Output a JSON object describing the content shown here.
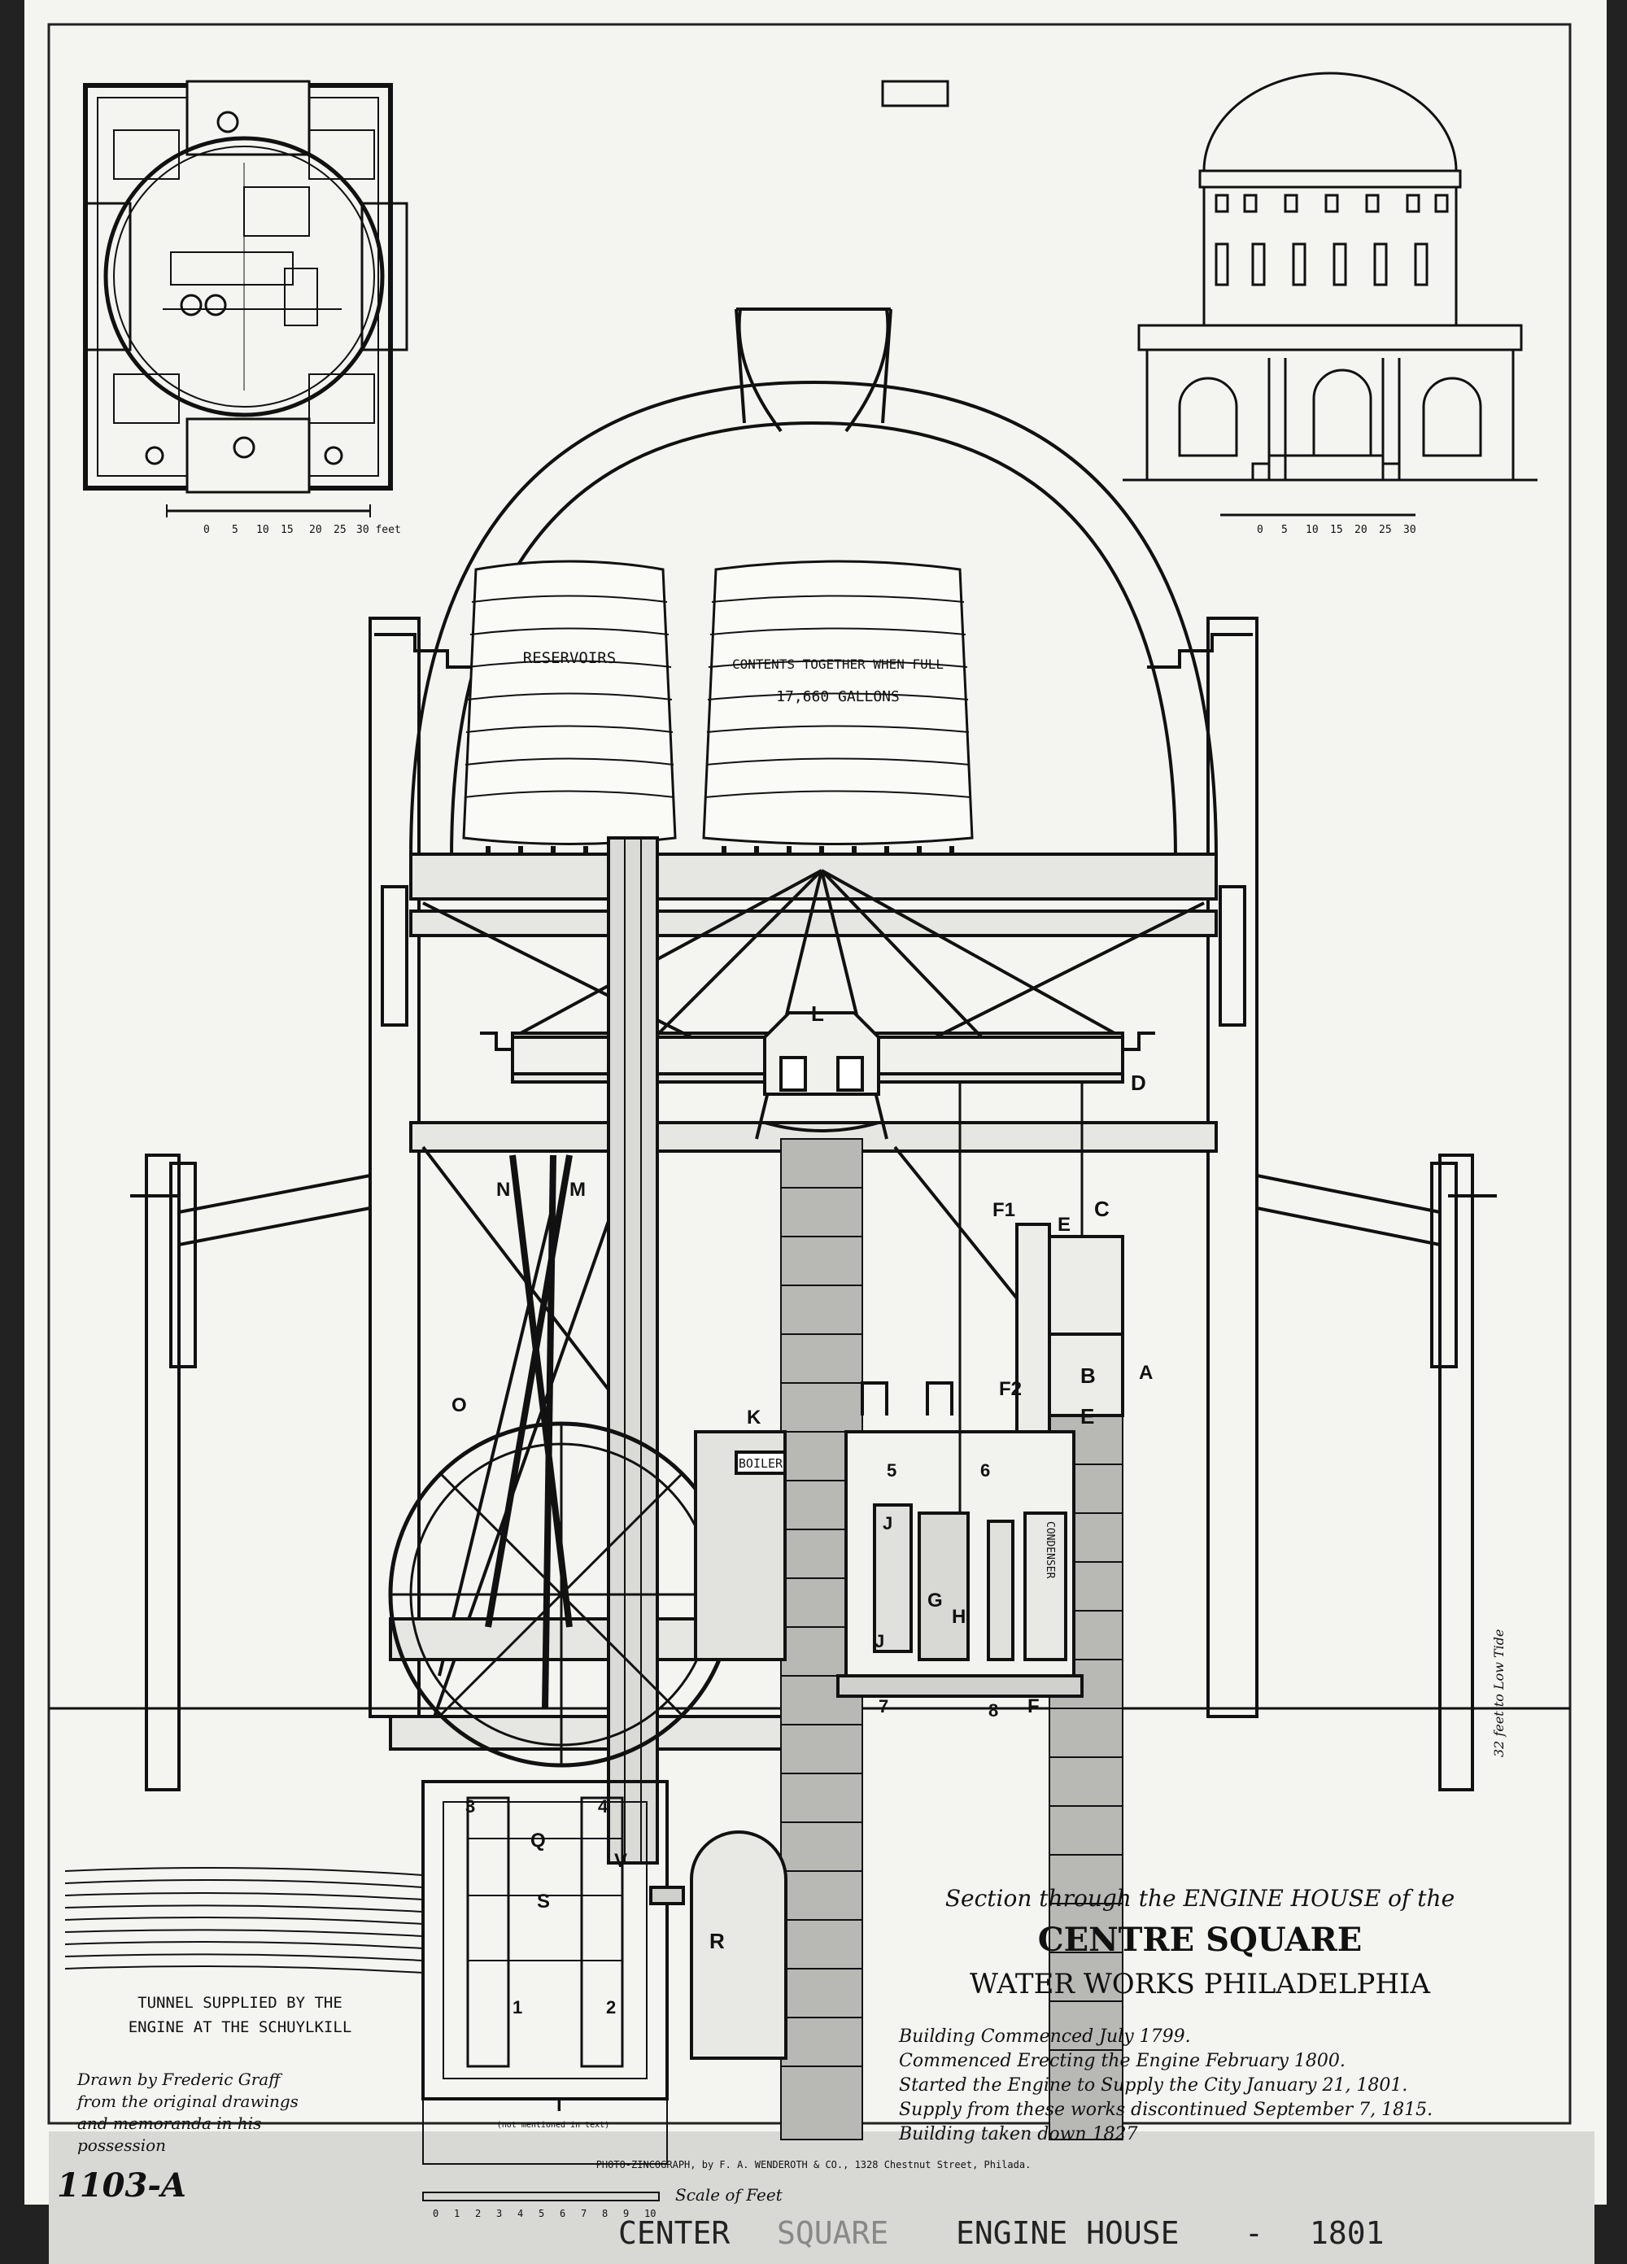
{
  "reservoirs": {
    "left_label": "RESERVOIRS",
    "right_label": "CONTENTS TOGETHER WHEN FULL",
    "capacity": "17,660 GALLONS"
  },
  "labels": {
    "L": "L",
    "D": "D",
    "N": "N",
    "M": "M",
    "F1": "F1",
    "C": "C",
    "E1": "E",
    "A": "A",
    "B": "B",
    "F2": "F2",
    "E2": "E",
    "K": "K",
    "boiler": "BOILER",
    "O": "O",
    "n5": "5",
    "n6": "6",
    "J1": "J",
    "G": "G",
    "H": "H",
    "J2": "J",
    "n7": "7",
    "n8": "8",
    "F": "F",
    "condenser": "CONDENSER",
    "n3": "3",
    "n4": "4",
    "Q": "Q",
    "V": "V",
    "S": "S",
    "R": "R",
    "n1": "1",
    "n2": "2",
    "T": "T",
    "T_note": "(not mentioned in text)"
  },
  "tunnel_note": [
    "TUNNEL SUPPLIED BY THE",
    "ENGINE AT THE SCHUYLKILL"
  ],
  "drawn_by": [
    "Drawn by Frederic Graff",
    "from the original drawings",
    "and memoranda in his",
    "possession"
  ],
  "plate_number": "1103-A",
  "scale_label": "Scale of Feet",
  "scale_ticks": [
    "0",
    "1",
    "2",
    "3",
    "4",
    "5",
    "6",
    "7",
    "8",
    "9",
    "10"
  ],
  "plan_scale_ticks": [
    "0",
    "5",
    "10",
    "15",
    "20",
    "25",
    "30 feet"
  ],
  "elev_scale_ticks": [
    "0",
    "5",
    "10",
    "15",
    "20",
    "25",
    "30"
  ],
  "side_note": "32 feet to Low Tide",
  "title": {
    "line1": "Section through the ENGINE HOUSE of the",
    "line2": "CENTRE SQUARE",
    "line3": "WATER WORKS PHILADELPHIA"
  },
  "history": [
    "Building Commenced July 1799.",
    "Commenced Erecting the Engine February 1800.",
    "Started the Engine to Supply the City January 21, 1801.",
    "Supply from these works discontinued September 7, 1815.",
    "Building taken down 1827"
  ],
  "printer": "PHOTO-ZINCOGRAPH, by F. A. WENDEROTH & CO., 1328 Chestnut Street, Philada.",
  "caption": [
    "CENTER",
    "SQUARE",
    "ENGINE HOUSE",
    "-",
    "1801"
  ]
}
